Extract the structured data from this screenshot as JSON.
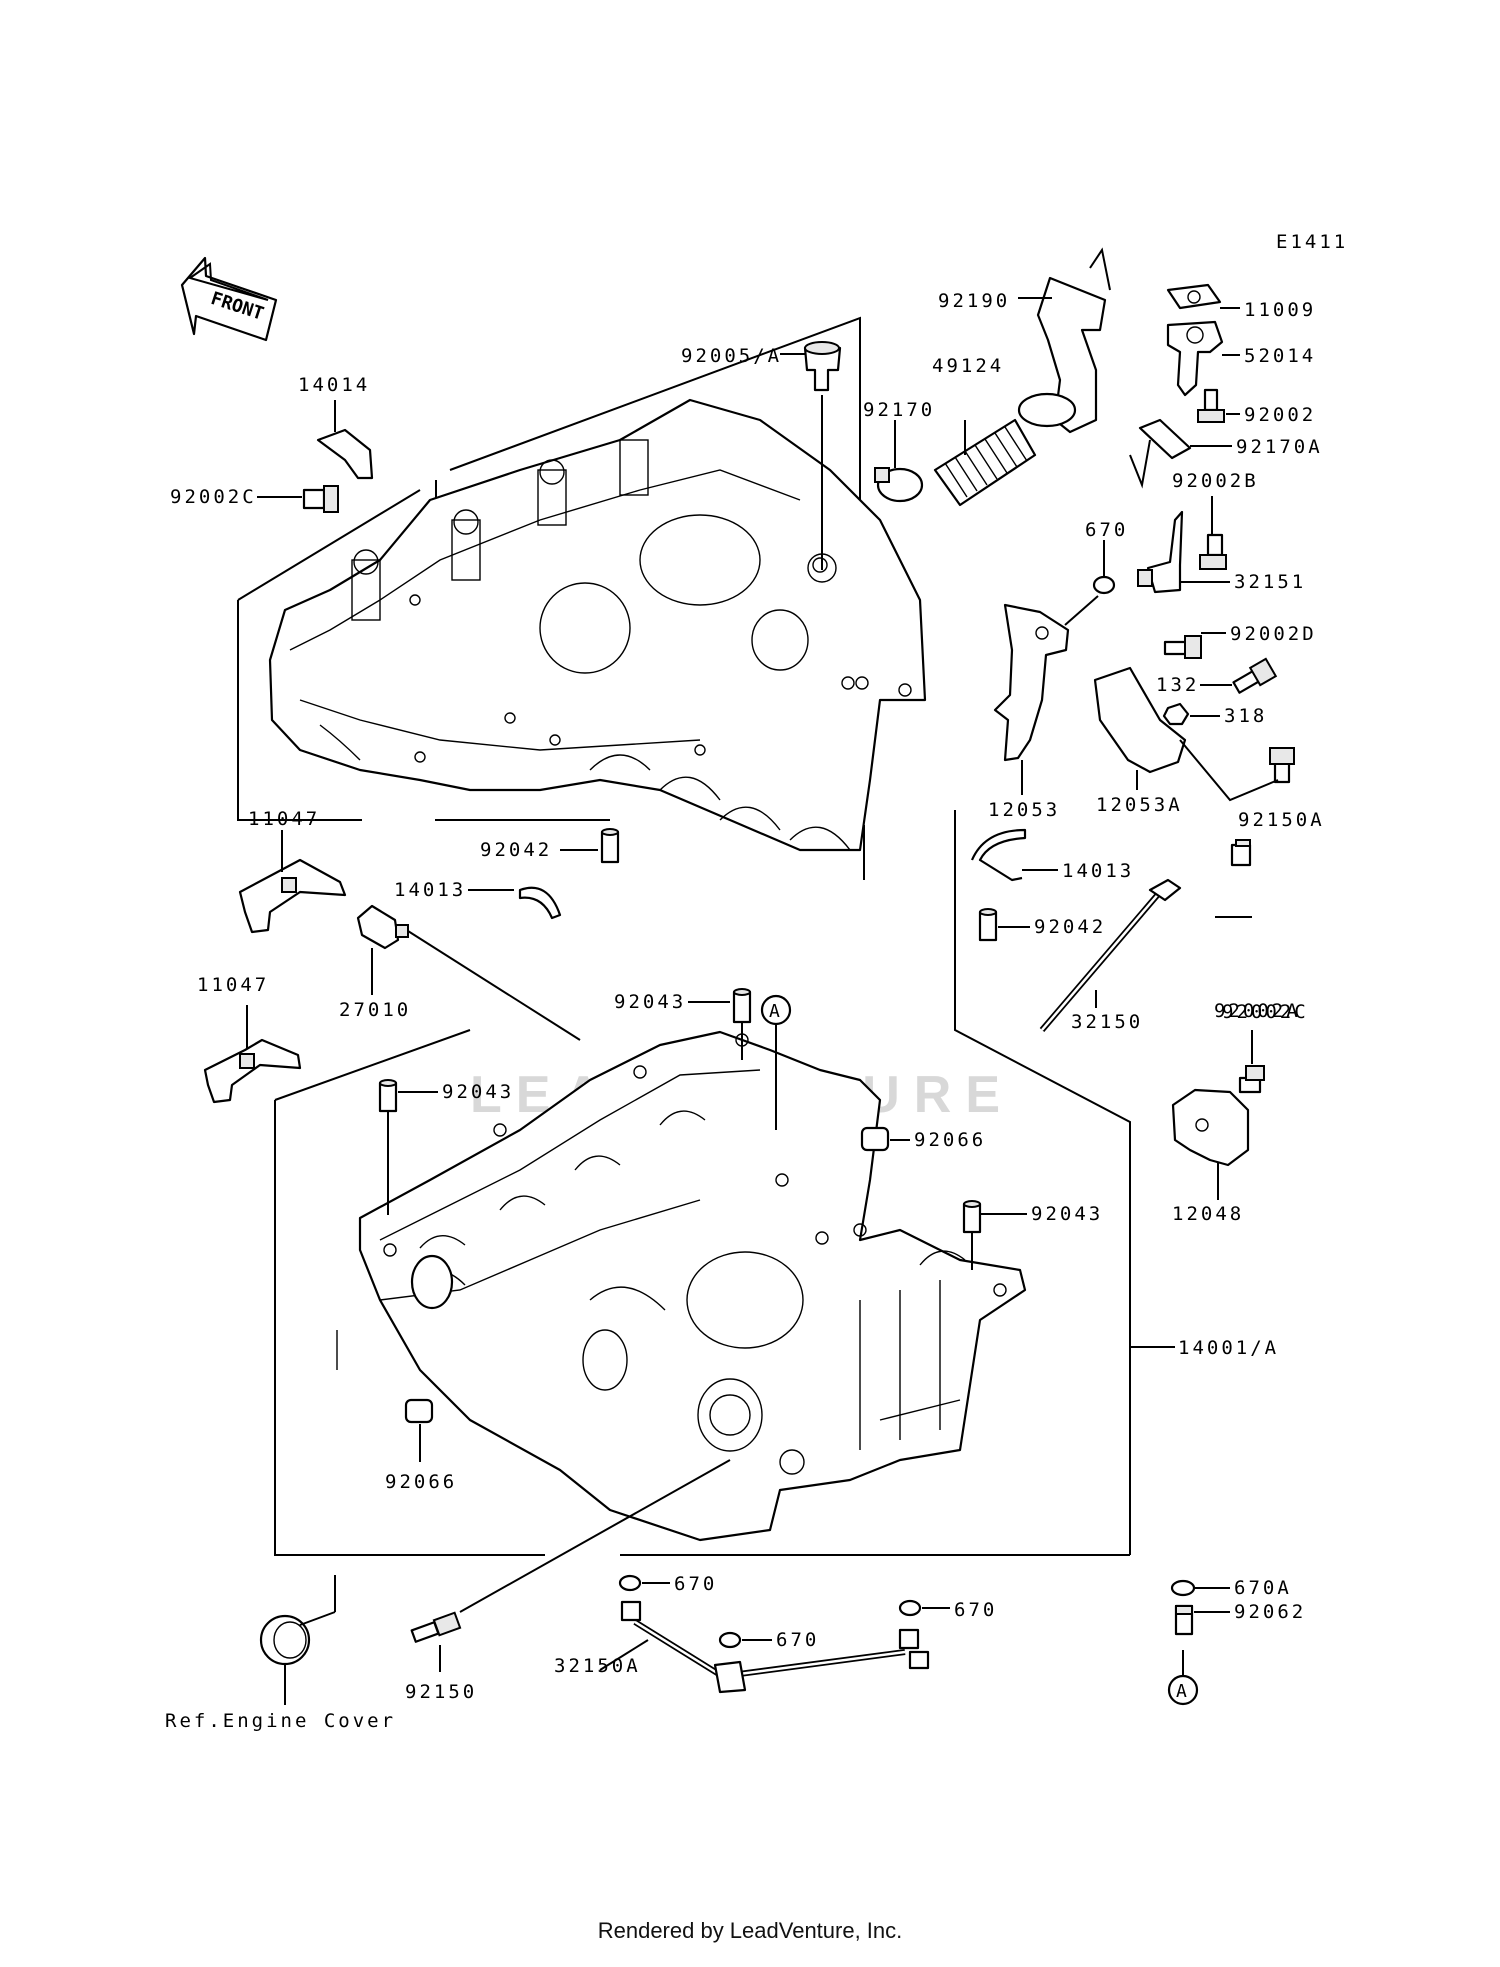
{
  "diagram": {
    "code": "E1411",
    "front_label": "FRONT",
    "watermark": "LEADVENTURE",
    "callout_letter": "A",
    "ref_note": "Ref.Engine Cover",
    "parts": [
      {
        "id": "92190"
      },
      {
        "id": "11009"
      },
      {
        "id": "52014"
      },
      {
        "id": "49124"
      },
      {
        "id": "92005/A"
      },
      {
        "id": "92170"
      },
      {
        "id": "92002"
      },
      {
        "id": "92170A"
      },
      {
        "id": "14014"
      },
      {
        "id": "92002C"
      },
      {
        "id": "92002B"
      },
      {
        "id": "670"
      },
      {
        "id": "32151"
      },
      {
        "id": "92002D"
      },
      {
        "id": "132"
      },
      {
        "id": "318"
      },
      {
        "id": "12053"
      },
      {
        "id": "12053A"
      },
      {
        "id": "92150A"
      },
      {
        "id": "11047"
      },
      {
        "id": "92042"
      },
      {
        "id": "14013"
      },
      {
        "id": "27010"
      },
      {
        "id": "92043"
      },
      {
        "id": "32150"
      },
      {
        "id": "92002A"
      },
      {
        "id": "92066"
      },
      {
        "id": "12048"
      },
      {
        "id": "14001/A"
      },
      {
        "id": "92150"
      },
      {
        "id": "32150A"
      },
      {
        "id": "670A"
      },
      {
        "id": "92062"
      }
    ]
  },
  "footer": {
    "text": "Rendered by LeadVenture, Inc."
  }
}
